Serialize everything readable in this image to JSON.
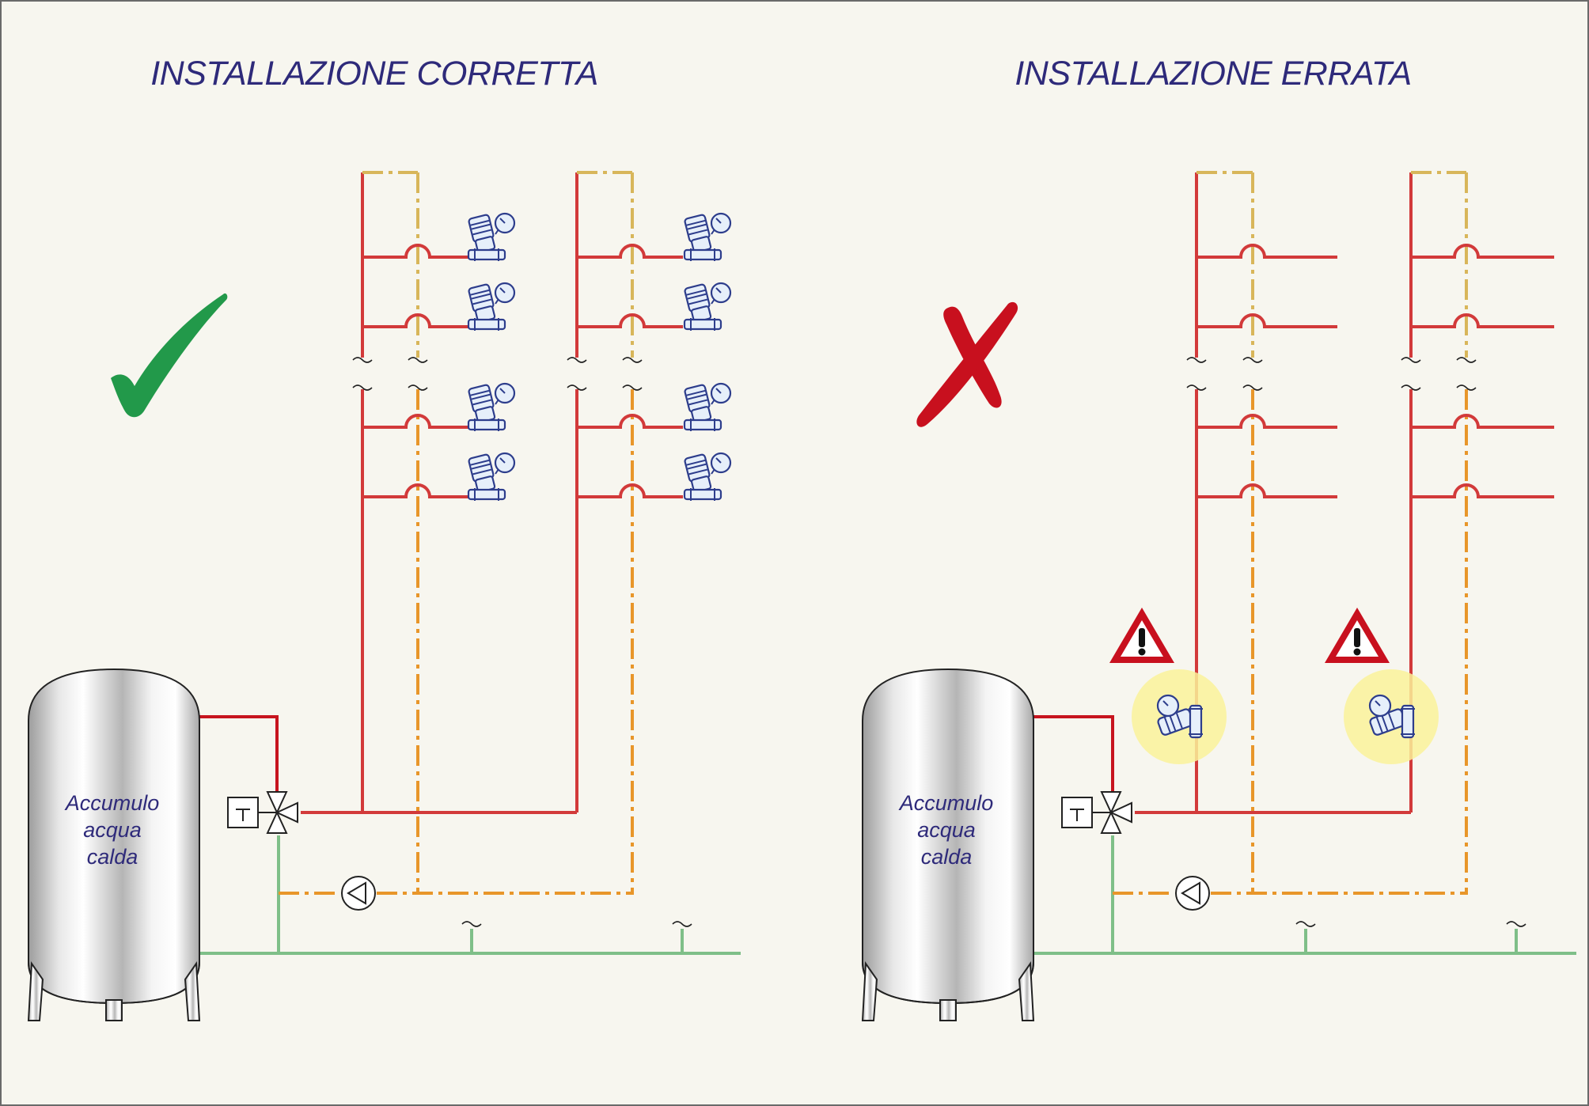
{
  "panels": [
    {
      "id": "correct",
      "title": "INSTALLAZIONE CORRETTA",
      "tank_label": [
        "Accumulo",
        "acqua",
        "calda"
      ],
      "mark": "check-mark",
      "mark_color": "#22994a"
    },
    {
      "id": "wrong",
      "title": "INSTALLAZIONE ERRATA",
      "tank_label": [
        "Accumulo",
        "acqua",
        "calda"
      ],
      "mark": "cross-mark",
      "mark_color": "#c8101e"
    }
  ],
  "colors": {
    "background": "#f7f6ef",
    "hot_water": "#d23a3a",
    "recirculation": "#e8962a",
    "cold_water": "#7fbf88",
    "title_text": "#2e2a7a",
    "warning_red": "#c8101e",
    "highlight_yellow": "#faf29a"
  },
  "icons": [
    "check-mark-icon",
    "cross-mark-icon",
    "warning-icon",
    "balancing-valve-icon",
    "pump-icon",
    "thermostatic-mixing-valve-icon",
    "thermostat-icon"
  ]
}
